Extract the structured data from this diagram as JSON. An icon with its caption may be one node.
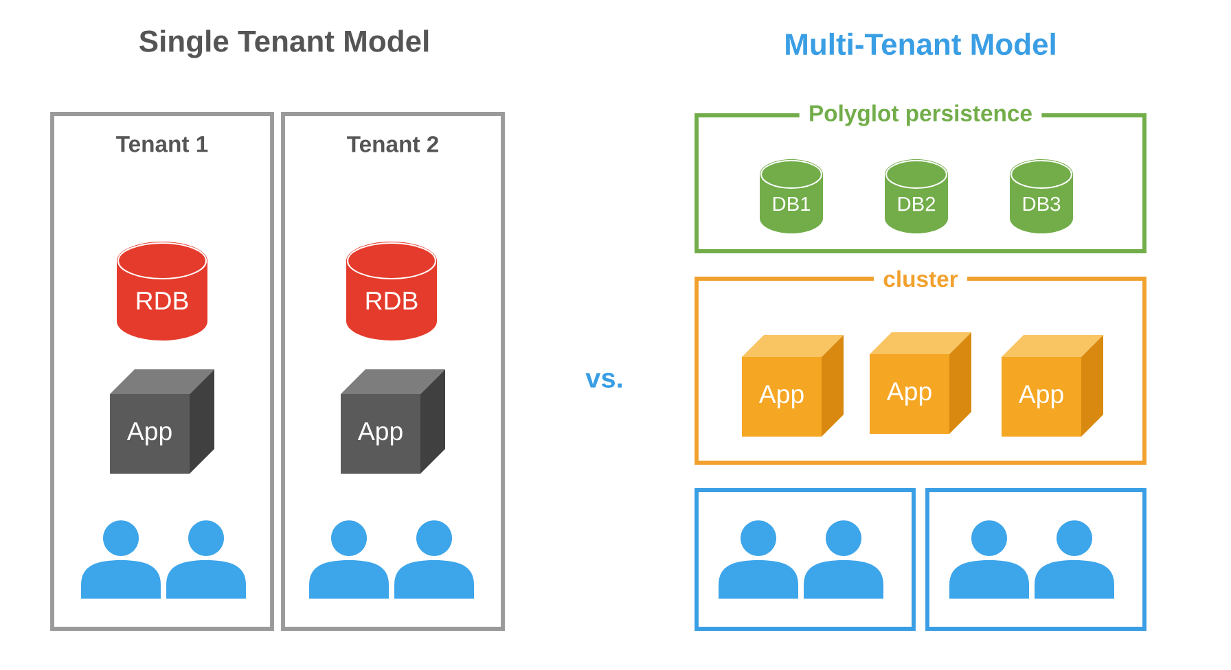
{
  "diagram": {
    "nodes": [
      {
        "text": [
          "Tenant 1"
        ]
      },
      {
        "text": [
          "RDB"
        ],
        "in": 0
      },
      {
        "text": [
          "App"
        ],
        "in": 0
      },
      {
        "text": [],
        "shape": "person",
        "in": 0
      },
      {
        "text": [],
        "shape": "person",
        "in": 0
      },
      {
        "text": [
          "Tenant 2"
        ]
      },
      {
        "text": [
          "RDB"
        ],
        "in": 5
      },
      {
        "text": [
          "App"
        ],
        "in": 5
      },
      {
        "text": [],
        "shape": "person",
        "in": 5
      },
      {
        "text": [],
        "shape": "person",
        "in": 5
      },
      {
        "text": [
          "Polyglot persistence"
        ]
      },
      {
        "text": [
          "DB1"
        ],
        "in": 10
      },
      {
        "text": [
          "DB2"
        ],
        "in": 10
      },
      {
        "text": [
          "DB3"
        ],
        "in": 10
      },
      {
        "text": [
          "cluster"
        ]
      },
      {
        "text": [
          "App"
        ],
        "in": 14
      },
      {
        "text": [
          "App"
        ],
        "in": 14
      },
      {
        "text": [
          "App"
        ],
        "in": 14
      },
      {
        "text": [],
        "shape": "box"
      },
      {
        "text": [],
        "shape": "person",
        "in": 18
      },
      {
        "text": [],
        "shape": "person",
        "in": 18
      },
      {
        "text": [],
        "shape": "box"
      },
      {
        "text": [],
        "shape": "person",
        "in": 21
      },
      {
        "text": [],
        "shape": "person",
        "in": 21
      }
    ],
    "labels": [
      "Single Tenant Model",
      "Multi-Tenant Model",
      "vs."
    ]
  }
}
